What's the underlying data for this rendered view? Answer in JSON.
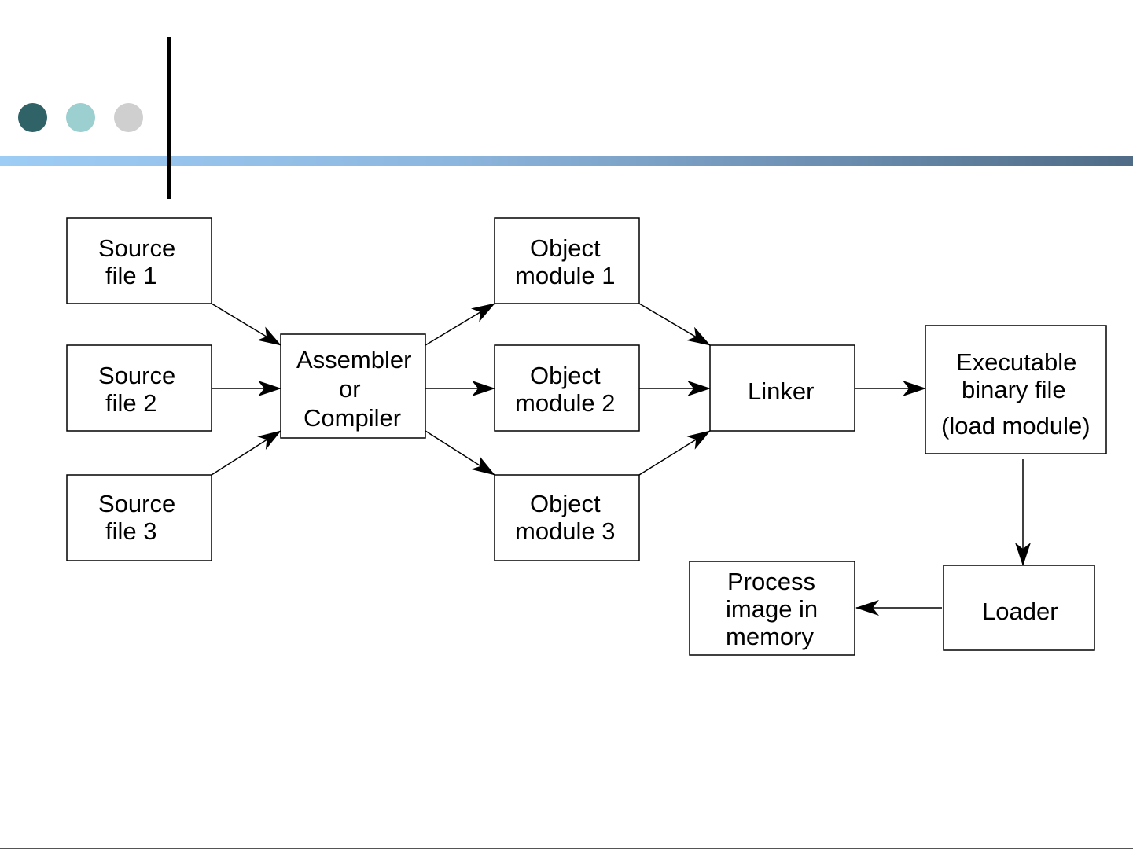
{
  "header": {
    "accent_colors": [
      "#2f6367",
      "#9ccfcf",
      "#cfcfcf"
    ],
    "bar_gradient": [
      "#9dccf5",
      "#4f6b86"
    ]
  },
  "diagram": {
    "nodes": {
      "source1": {
        "lines": [
          "Source",
          "file 1"
        ]
      },
      "source2": {
        "lines": [
          "Source",
          "file 2"
        ]
      },
      "source3": {
        "lines": [
          "Source",
          "file 3"
        ]
      },
      "compiler": {
        "lines": [
          "Assembler",
          "or",
          "Compiler"
        ]
      },
      "object1": {
        "lines": [
          "Object",
          "module 1"
        ]
      },
      "object2": {
        "lines": [
          "Object",
          "module 2"
        ]
      },
      "object3": {
        "lines": [
          "Object",
          "module 3"
        ]
      },
      "linker": {
        "lines": [
          "Linker"
        ]
      },
      "executable": {
        "lines": [
          "Executable",
          "binary file",
          "(load module)"
        ]
      },
      "loader": {
        "lines": [
          "Loader"
        ]
      },
      "process": {
        "lines": [
          "Process",
          "image in",
          "memory"
        ]
      }
    },
    "edges": [
      {
        "from": "source1",
        "to": "compiler"
      },
      {
        "from": "source2",
        "to": "compiler"
      },
      {
        "from": "source3",
        "to": "compiler"
      },
      {
        "from": "compiler",
        "to": "object1"
      },
      {
        "from": "compiler",
        "to": "object2"
      },
      {
        "from": "compiler",
        "to": "object3"
      },
      {
        "from": "object1",
        "to": "linker"
      },
      {
        "from": "object2",
        "to": "linker"
      },
      {
        "from": "object3",
        "to": "linker"
      },
      {
        "from": "linker",
        "to": "executable"
      },
      {
        "from": "executable",
        "to": "loader"
      },
      {
        "from": "loader",
        "to": "process"
      }
    ]
  }
}
